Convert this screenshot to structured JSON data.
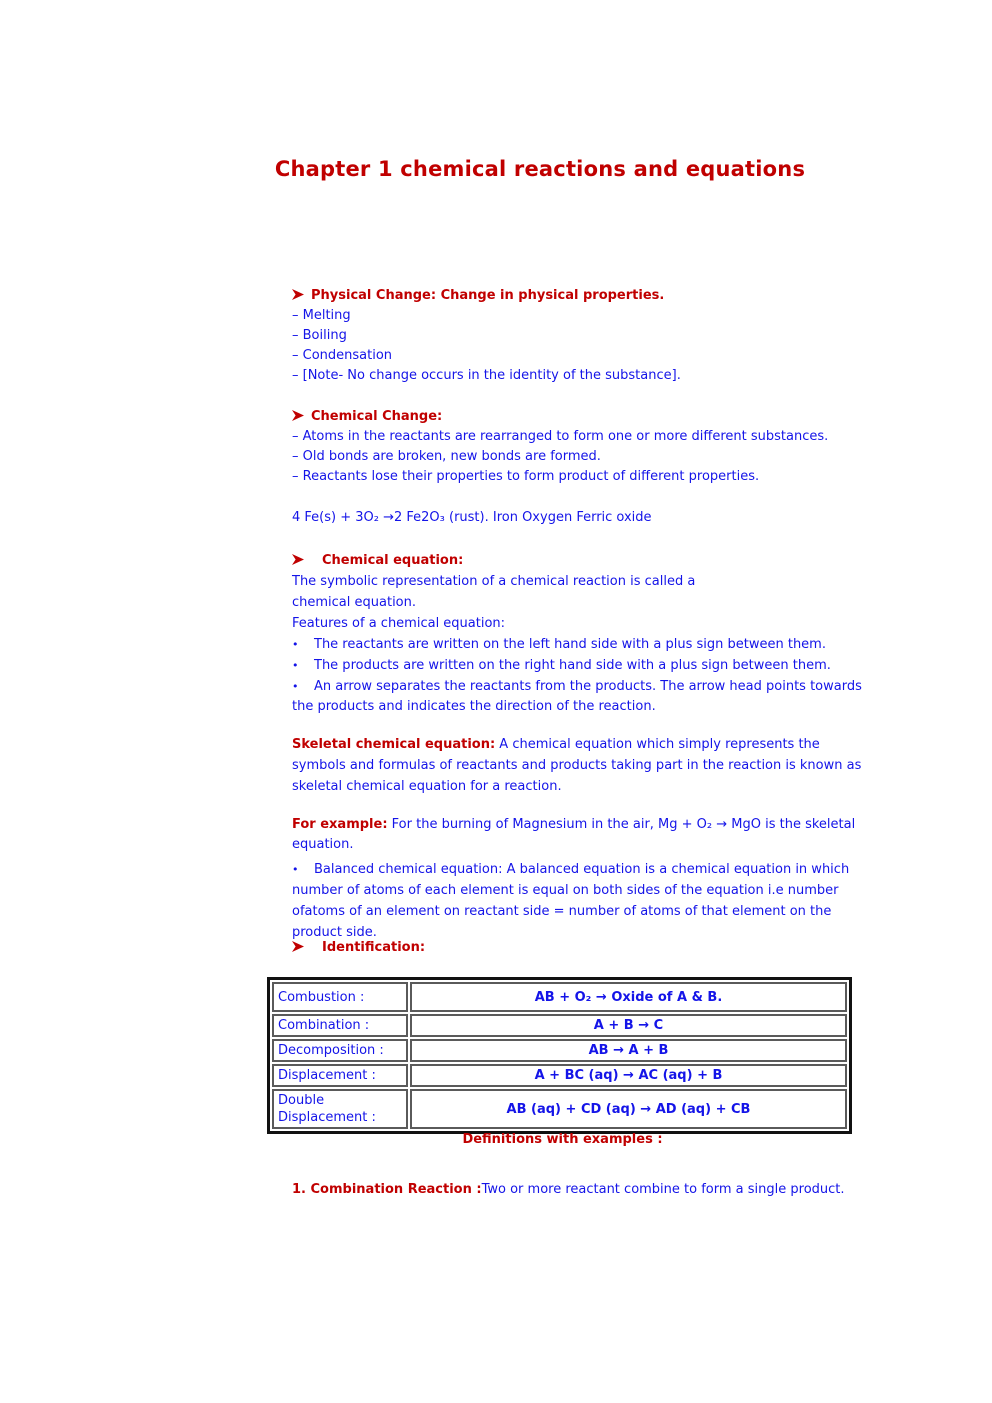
{
  "page": {
    "title": "Chapter 1 chemical reactions and equations"
  },
  "colors": {
    "heading_red": "#c00000",
    "body_blue": "#1414e8",
    "table_outer_border": "#111111",
    "table_cell_border": "#5a5a5a"
  },
  "glyphs": {
    "bullet": "•"
  },
  "sections": {
    "physical_change": {
      "heading": "Physical Change: Change in physical properties.",
      "items": [
        "– Melting",
        "– Boiling",
        "– Condensation",
        "– [Note- No change occurs in the identity of the substance]."
      ]
    },
    "chemical_change": {
      "heading": "Chemical Change:",
      "items": [
        "– Atoms in the reactants are rearranged to form one or more different substances.",
        "– Old bonds are broken, new bonds are formed.",
        "– Reactants lose their properties to form product of different properties."
      ]
    },
    "rust_equation": "4 Fe(s) + 3O₂ →2 Fe2O₃ (rust). Iron Oxygen Ferric oxide",
    "chemical_equation": {
      "heading": "Chemical equation:",
      "line1": "The symbolic representation of a chemical reaction is called a",
      "line2": "chemical equation.",
      "line3": "Features of a chemical equation:",
      "bullets": [
        "The reactants are written on the left hand side with a plus sign between them.",
        "The products are written on the right hand side with a plus sign between them.",
        "An arrow separates the reactants from the products. The arrow head points towards the products and indicates the direction of the reaction."
      ]
    },
    "skeletal": {
      "lead": "Skeletal chemical equation:",
      "body": " A chemical equation which simply represents the symbols and formulas of reactants and products taking part in the reaction is known as skeletal chemical equation for a reaction."
    },
    "for_example": {
      "lead": "For example:",
      "body": " For the burning of Magnesium in the air, Mg + O₂ → MgO is the skeletal equation."
    },
    "balanced": {
      "text": "Balanced chemical equation: A balanced equation is a chemical equation in which number of atoms of each element is equal on both sides of the equation i.e number ofatoms of an element on reactant side = number of atoms of that element on the product side."
    },
    "identification_heading": "Identification:"
  },
  "identification_table": {
    "rows": [
      {
        "label": "Combustion :",
        "formula": "AB + O₂ → Oxide of A & B."
      },
      {
        "label": "Combination :",
        "formula": "A + B → C"
      },
      {
        "label": "Decomposition :",
        "formula": "AB → A + B"
      },
      {
        "label": "Displacement :",
        "formula": "A + BC (aq) → AC (aq) + B"
      },
      {
        "label": "Double Displacement :",
        "formula": "AB (aq) + CD (aq) → AD (aq) + CB"
      }
    ]
  },
  "definitions": {
    "heading": "Definitions with examples :",
    "item1": {
      "lead": "1. Combination Reaction :",
      "body": "Two or more reactant combine to form a single product."
    }
  }
}
